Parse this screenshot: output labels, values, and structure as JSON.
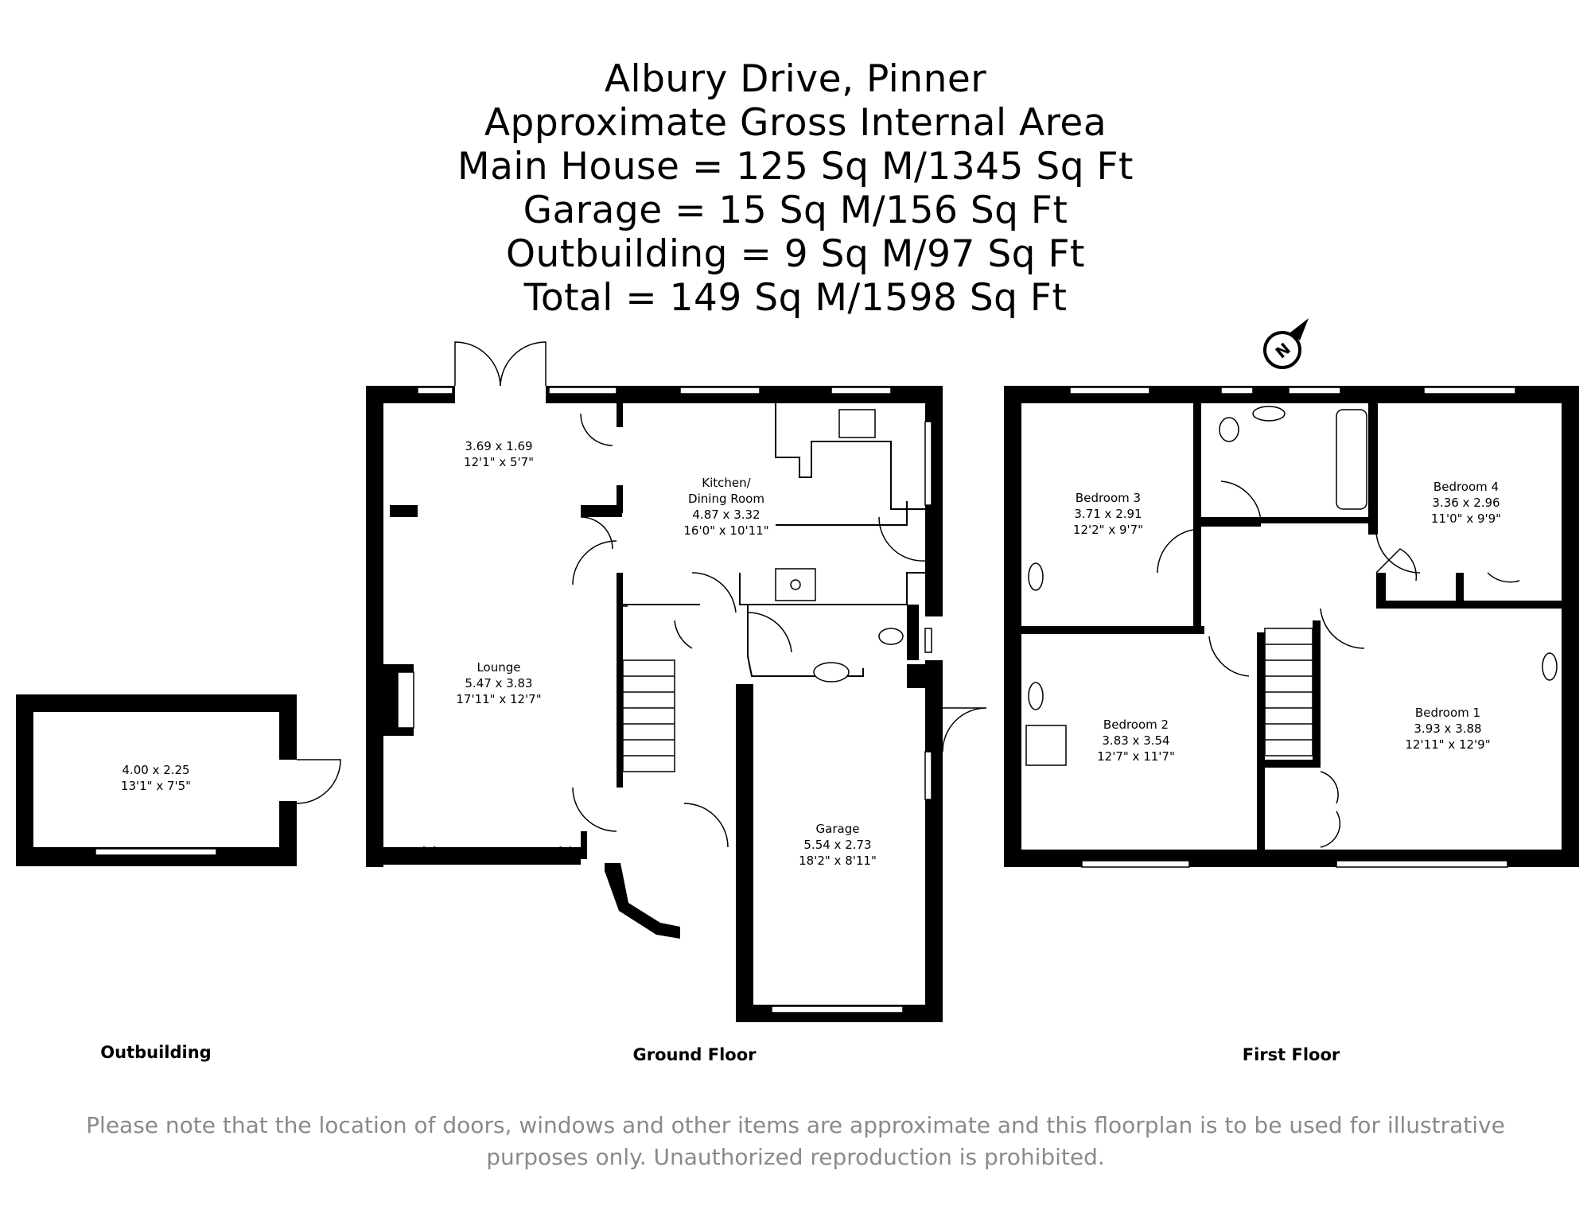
{
  "header": {
    "lines": [
      "Albury Drive, Pinner",
      "Approximate Gross Internal Area",
      "Main House = 125 Sq M/1345 Sq Ft",
      "Garage = 15 Sq M/156 Sq Ft",
      "Outbuilding = 9 Sq M/97 Sq Ft",
      "Total = 149 Sq M/1598 Sq Ft"
    ]
  },
  "compass": {
    "letter": "N"
  },
  "floors": {
    "outbuilding": {
      "caption": "Outbuilding",
      "rooms": [
        {
          "dims": "4.00 x 2.25",
          "imperial": "13'1\" x 7'5\""
        }
      ]
    },
    "ground": {
      "caption": "Ground Floor",
      "rooms": [
        {
          "name": "",
          "dims": "3.69 x 1.69",
          "imperial": "12'1\" x 5'7\""
        },
        {
          "name": "Lounge",
          "dims": "5.47 x 3.83",
          "imperial": "17'11\" x 12'7\""
        },
        {
          "name": "Kitchen/",
          "name2": "Dining Room",
          "dims": "4.87 x 3.32",
          "imperial": "16'0\" x 10'11\""
        },
        {
          "name": "Garage",
          "dims": "5.54 x 2.73",
          "imperial": "18'2\" x 8'11\""
        }
      ]
    },
    "first": {
      "caption": "First Floor",
      "rooms": [
        {
          "name": "Bedroom 3",
          "dims": "3.71 x 2.91",
          "imperial": "12'2\" x 9'7\""
        },
        {
          "name": "Bedroom 4",
          "dims": "3.36 x 2.96",
          "imperial": "11'0\" x 9'9\""
        },
        {
          "name": "Bedroom 2",
          "dims": "3.83 x 3.54",
          "imperial": "12'7\" x 11'7\""
        },
        {
          "name": "Bedroom 1",
          "dims": "3.93 x 3.88",
          "imperial": "12'11\" x 12'9\""
        }
      ]
    }
  },
  "disclaimer": {
    "line1": "Please note that the location of doors, windows and other items are approximate and this floorplan is to be used for illustrative",
    "line2": "purposes only. Unauthorized reproduction is prohibited."
  }
}
